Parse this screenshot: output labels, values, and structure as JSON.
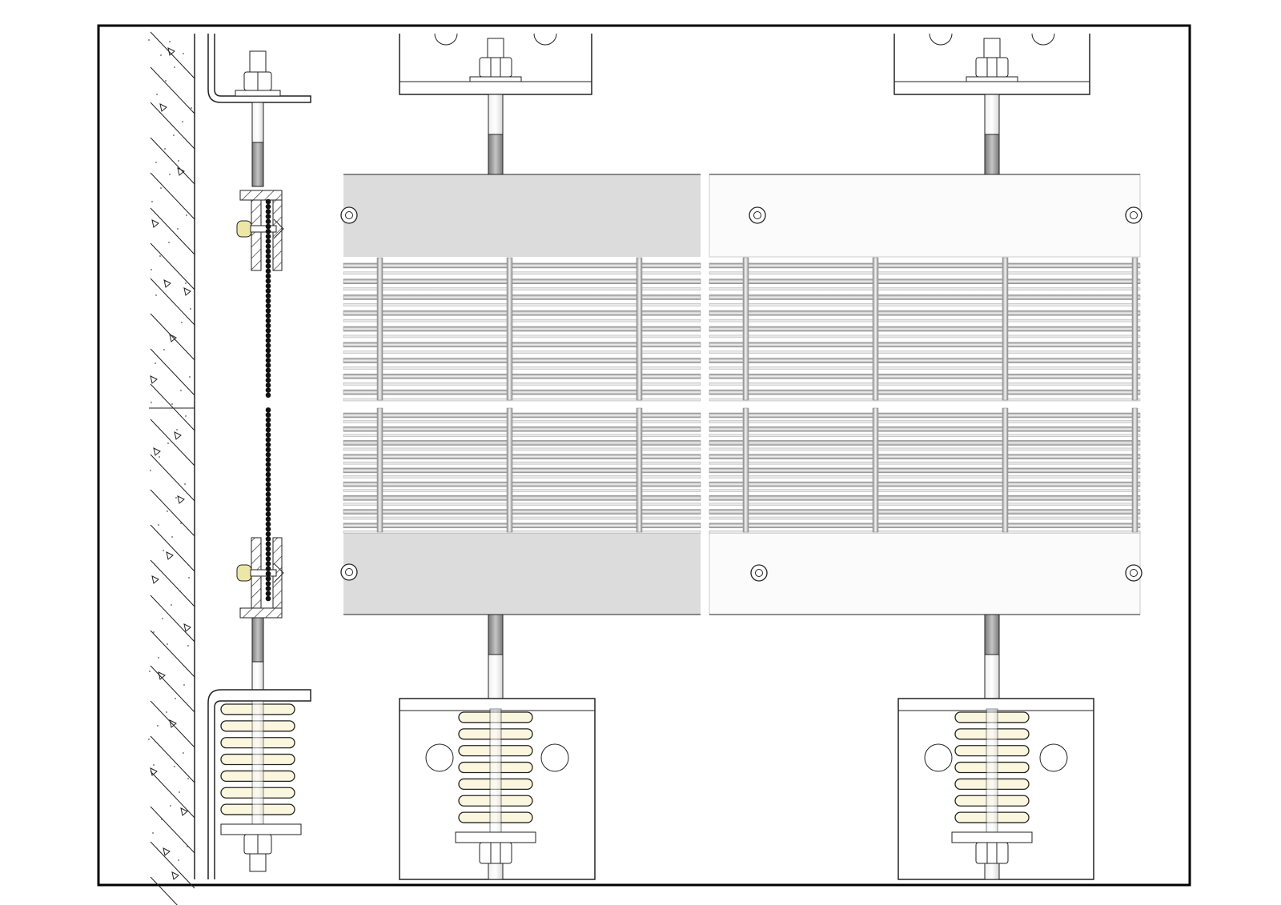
{
  "drawing": {
    "colors": {
      "background": "#ffffff",
      "line": "#222222",
      "frame": "#000000",
      "panel_grey": "#dcdcdc",
      "panel_light": "#fbfbfb",
      "mesh": "#a8a8a8",
      "rod_thread": "#909090",
      "cable": "#111111",
      "nut_yellow": "#ece7a6",
      "spring_tint": "#fbf7df"
    },
    "elements": [
      "frame",
      "concrete-wall-section",
      "section-profile",
      "wire-rope",
      "spring-hanger-top",
      "spring-hanger-bottom",
      "panel-grey",
      "panel-light",
      "upper-bracket-left",
      "upper-bracket-right",
      "lower-spring-box-left",
      "lower-spring-box-right"
    ]
  }
}
